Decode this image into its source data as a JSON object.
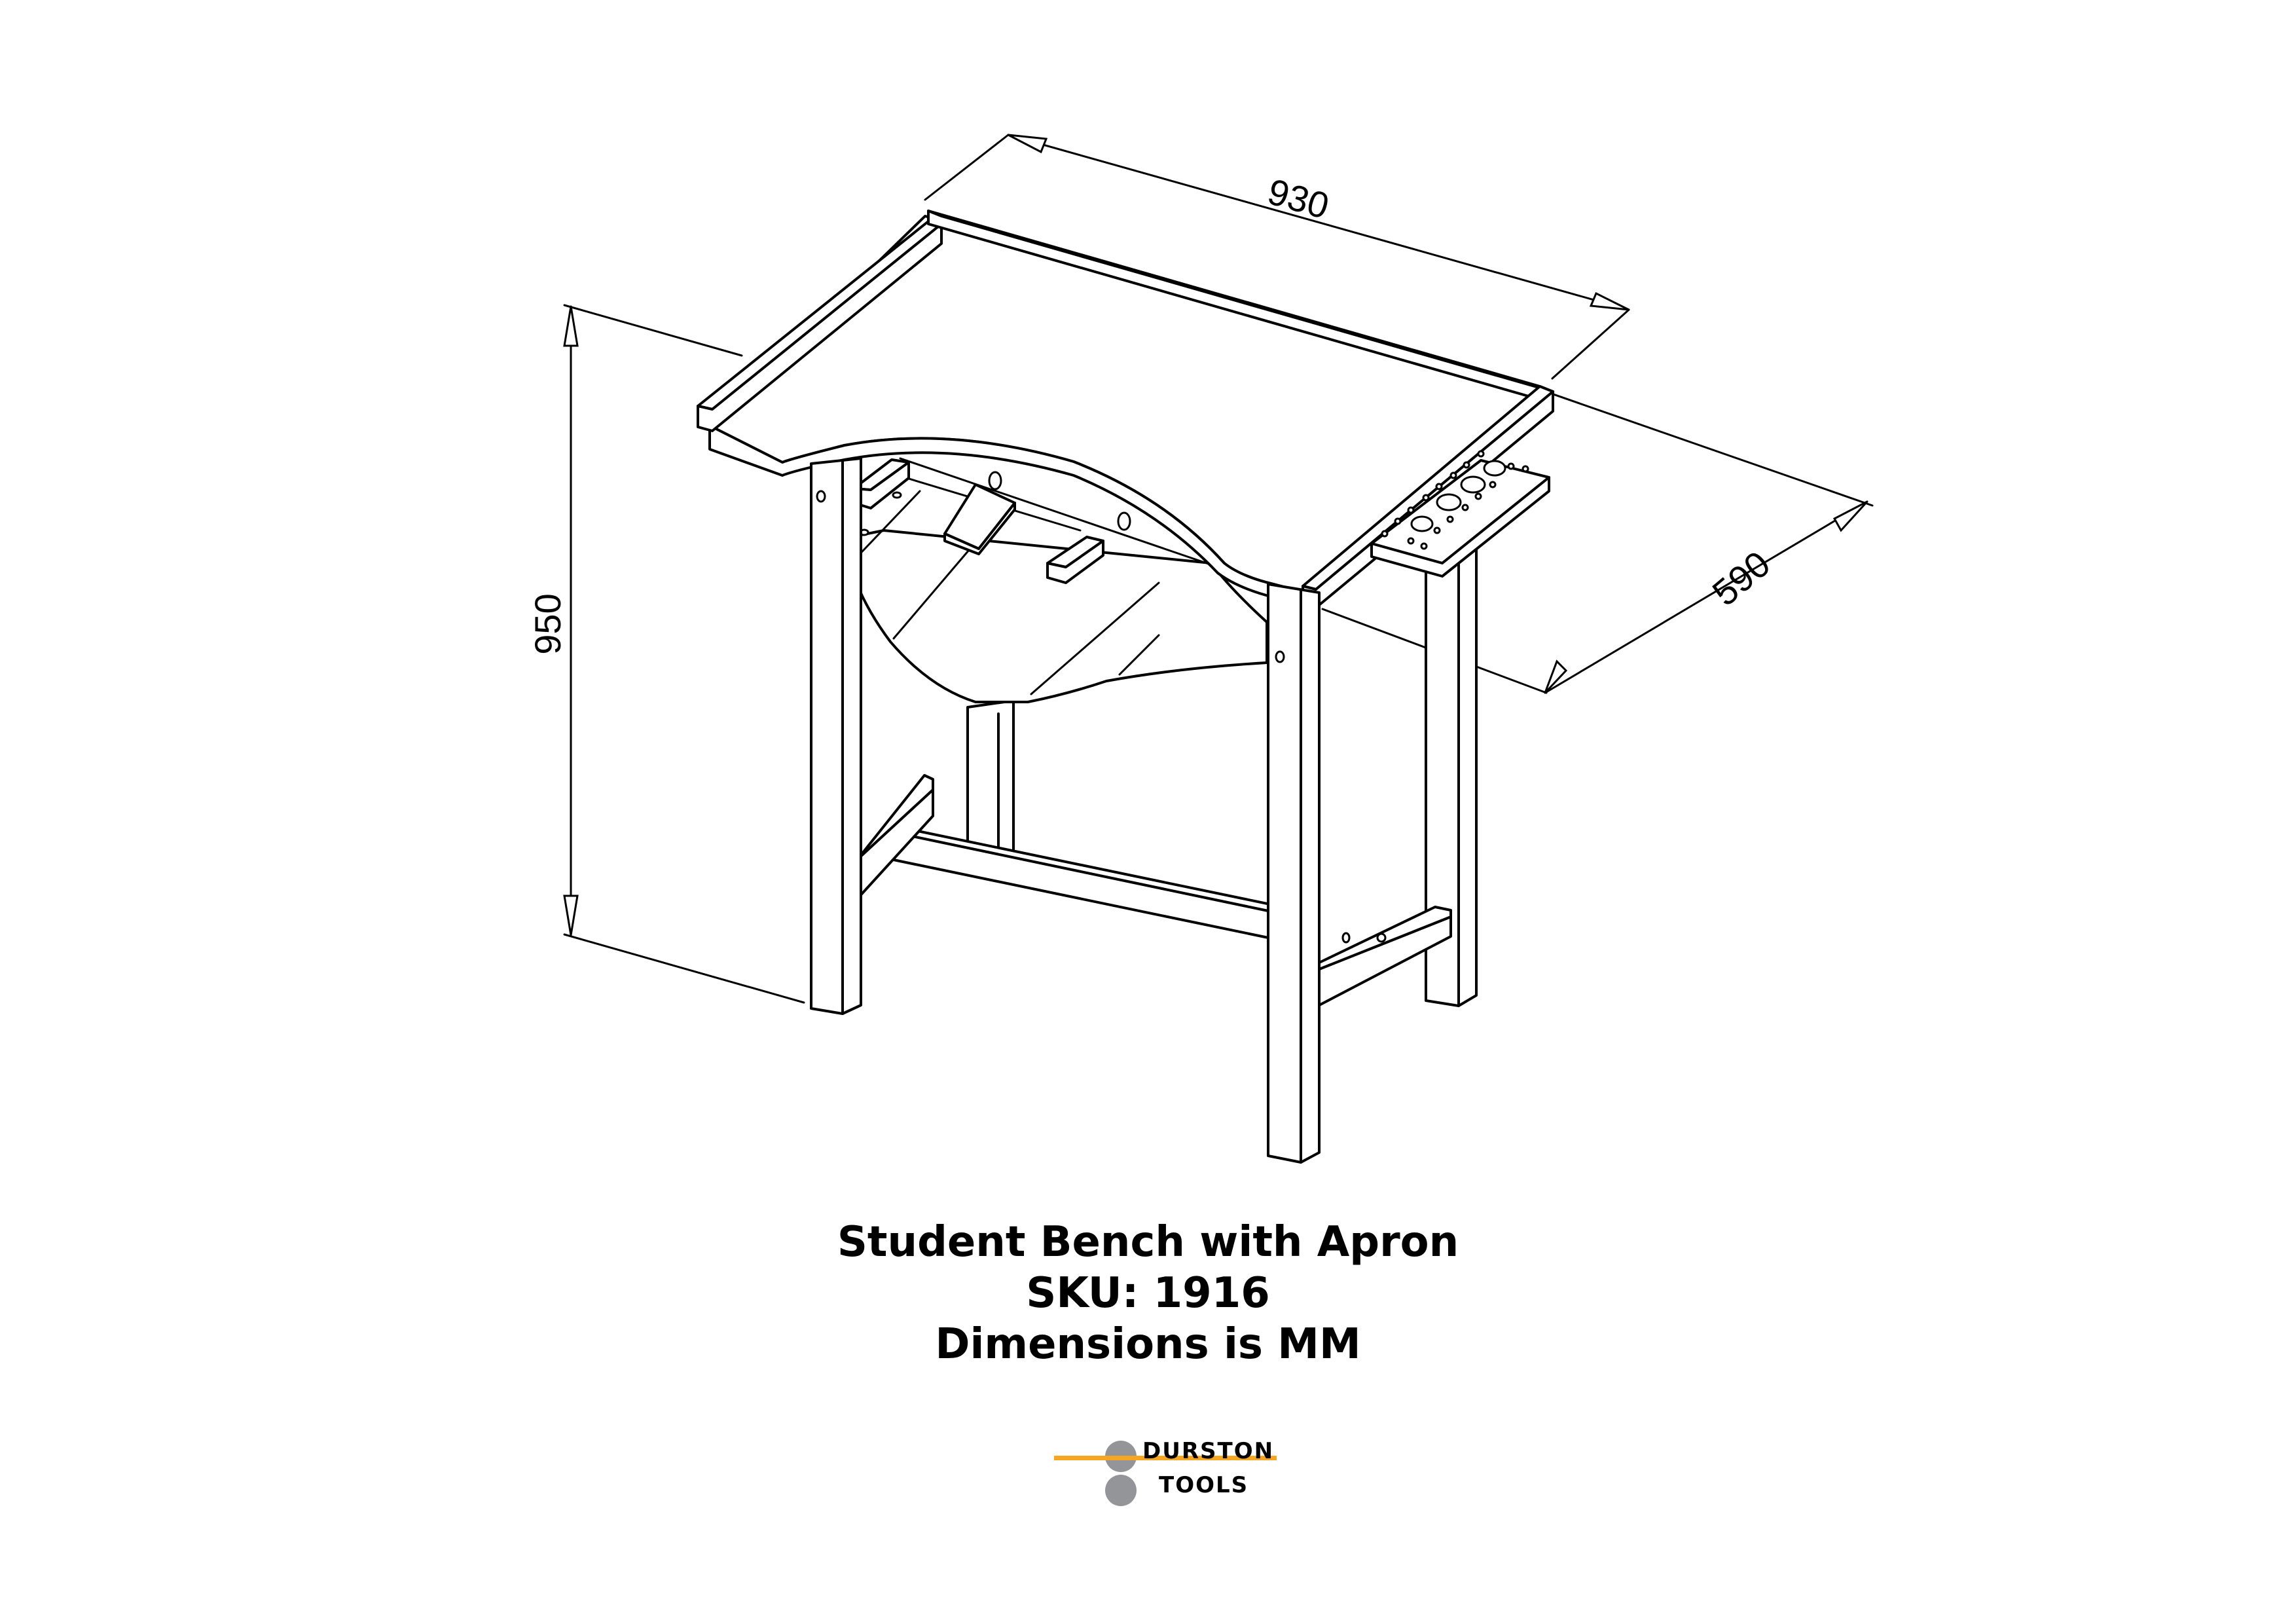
{
  "drawing": {
    "subject": "Student Bench with Apron",
    "view": "isometric",
    "dimensions": {
      "width": {
        "label": "930",
        "unit": "mm"
      },
      "depth": {
        "label": "590",
        "unit": "mm"
      },
      "height": {
        "label": "950",
        "unit": "mm"
      }
    },
    "components": [
      "bench top",
      "raised back rail",
      "side rail",
      "curved cut-out",
      "leather apron",
      "pin supports",
      "bench peg",
      "tool holder block",
      "4 legs",
      "lower stretchers",
      "foot rail"
    ]
  },
  "caption": {
    "title": "Student Bench with Apron",
    "sku": "SKU: 1916",
    "units_note": "Dimensions is MM"
  },
  "logo": {
    "line1": "DURSTON",
    "line2": "TOOLS",
    "circle_color": "#939598",
    "bar_color": "#f5a623"
  }
}
